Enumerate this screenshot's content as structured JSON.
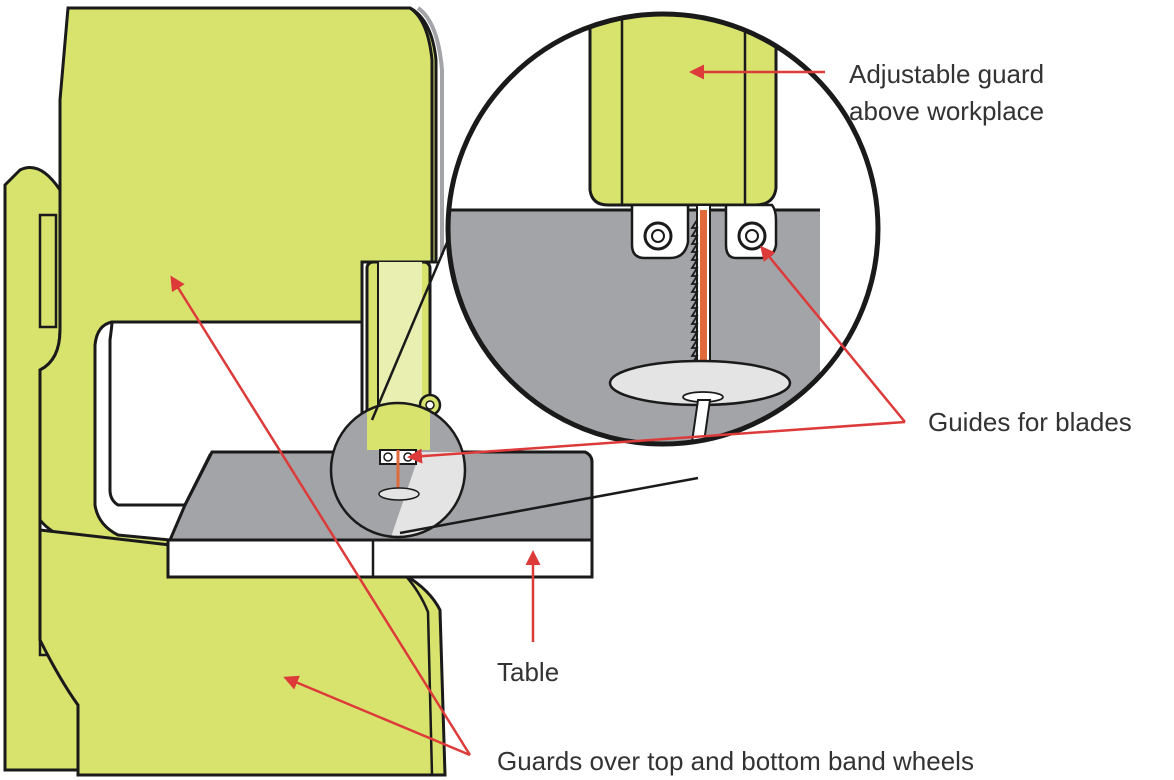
{
  "colors": {
    "machine": "#d8e36e",
    "machine_dark": "#c6d25a",
    "outline": "#1a1a1a",
    "table_top": "#a3a4a8",
    "table_side": "#ffffff",
    "table_light": "#e4e4e4",
    "blade": "#e06a3c",
    "arrow": "#dd3a3a",
    "text": "#333333"
  },
  "labels": {
    "adjustable_guard_line1": "Adjustable guard",
    "adjustable_guard_line2": "above workplace",
    "guides_for_blades": "Guides for blades",
    "table": "Table",
    "guards_band_wheels": "Guards over top and bottom band wheels"
  },
  "icons": {
    "arrow": "arrow-icon",
    "zoom": "magnifier-circle-icon"
  }
}
